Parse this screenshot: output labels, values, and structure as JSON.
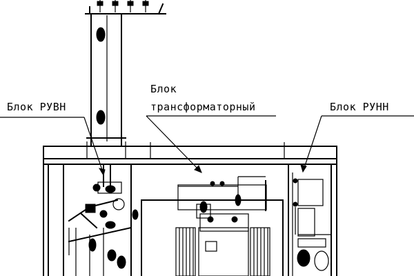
{
  "labels": {
    "ruvn": "Блок РУВН",
    "transformer_line1": "Блок",
    "transformer_line2": "трансформаторный",
    "runn": "Блок РУНН"
  }
}
